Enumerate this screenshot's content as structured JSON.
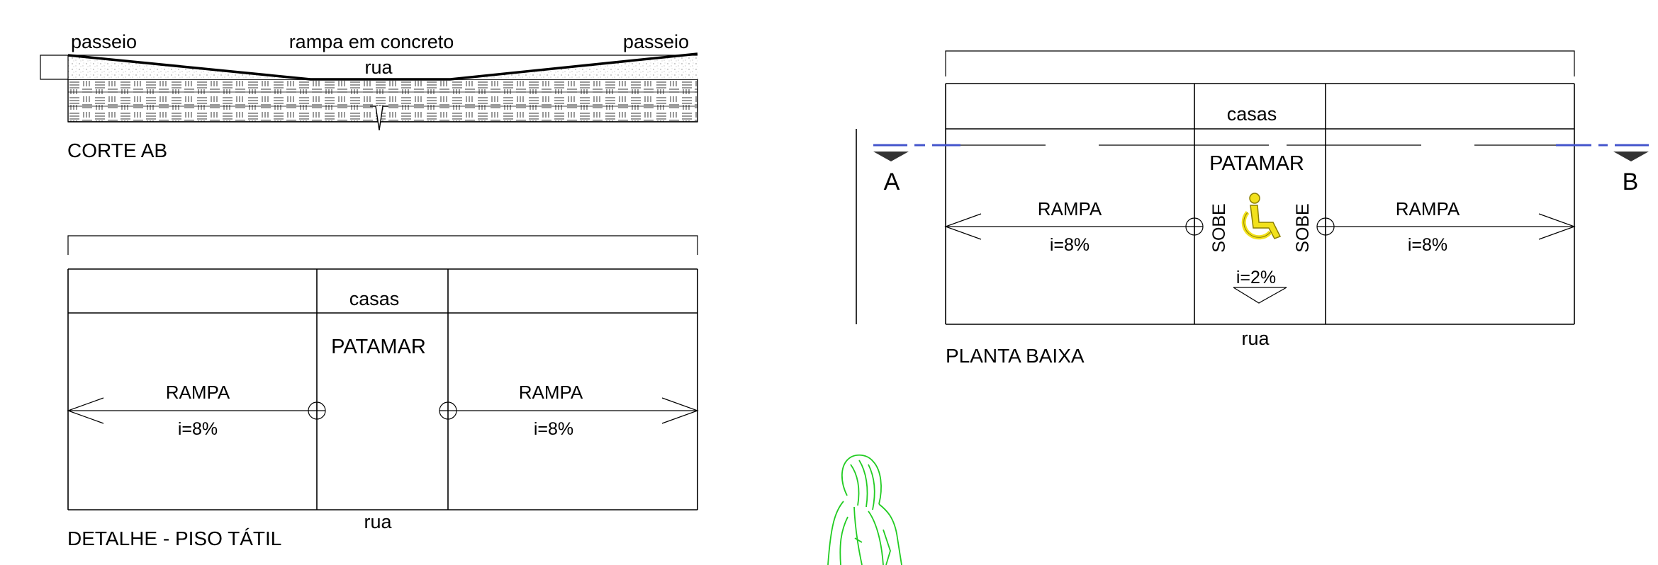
{
  "corte": {
    "left_label": "passeio",
    "center_label": "rampa em concreto",
    "right_label": "passeio",
    "street_label": "rua",
    "title": "CORTE AB"
  },
  "detalhe": {
    "casas": "casas",
    "patamar": "PATAMAR",
    "ramp_left_label": "RAMPA",
    "ramp_left_slope": "i=8%",
    "ramp_right_label": "RAMPA",
    "ramp_right_slope": "i=8%",
    "street_label": "rua",
    "title": "DETALHE - PISO TÁTIL"
  },
  "planta": {
    "casas": "casas",
    "patamar": "PATAMAR",
    "ramp_left_label": "RAMPA",
    "ramp_left_slope": "i=8%",
    "ramp_right_label": "RAMPA",
    "ramp_right_slope": "i=8%",
    "sobe_left": "SOBE",
    "sobe_right": "SOBE",
    "landing_slope": "i=2%",
    "street_label": "rua",
    "section_a": "A",
    "section_b": "B",
    "title": "PLANTA BAIXA",
    "accessibility_icon": "wheelchair-icon",
    "accessibility_color": "#f2e11c"
  },
  "figure": {
    "icon": "person-figure-icon",
    "color": "#22cc22"
  },
  "colors": {
    "section_marker_line": "#4455cc"
  }
}
